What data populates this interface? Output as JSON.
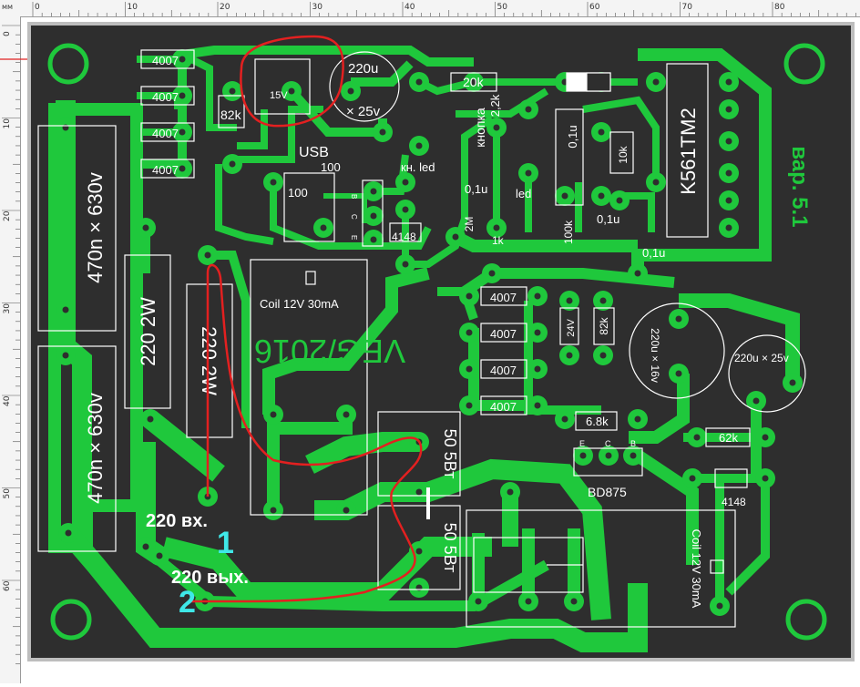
{
  "ruler": {
    "unit": "мм",
    "top_ticks": [
      "0",
      "10",
      "20",
      "30",
      "40",
      "50",
      "60",
      "70",
      "80"
    ],
    "left_ticks": [
      "0",
      "10",
      "20",
      "30",
      "40",
      "50",
      "60"
    ]
  },
  "board": {
    "colors": {
      "board": "#2e2e2e",
      "copper": "#1fc83c",
      "silk": "#ffffff",
      "annotation": "#e32020",
      "cyan": "#3fe8e8",
      "frame": "#bdbdbd"
    },
    "labels": {
      "d1": "4007",
      "d2": "4007",
      "d3": "4007",
      "d4": "4007",
      "d5": "4007",
      "d6": "4007",
      "d7": "4007",
      "d8": "4007",
      "r82k_top": "82k",
      "zener": "15V",
      "cap220u_top_a": "220u",
      "cap220u_top_b": "× 25v",
      "usb": "USB",
      "r100": "100",
      "r100b": "100",
      "pins_b": "B",
      "pins_c": "C",
      "pins_e": "E",
      "kn_led": "кн. led",
      "r20k": "20k",
      "knopka": "кнопка",
      "r22k": "2,2k",
      "led": "led",
      "c01u_a": "0,1u",
      "c01u_b": "0,1u",
      "c01u_c": "0,1u",
      "c01u_d": "0,1u",
      "r2m": "2M",
      "r1k": "1k",
      "r100k": "100k",
      "r10k": "10k",
      "ic": "K561TM2",
      "version": "вар. 5.1",
      "d4148": "4148",
      "d4148b": "4148",
      "cap470_a": "470n  × 630v",
      "cap470_b": "470n  × 630v",
      "res220_a": "220  2W",
      "res220_b": "220  2W",
      "coil_top": "Coil 12V 30mA",
      "coil_bottom": "Coil 12V 30mA",
      "veg": "VEG/2016",
      "z24": "24V",
      "r82k_b": "82k",
      "cap220u_b": "220u  × 16v",
      "cap220u_c": "220u × 25v",
      "r68k": "6.8k",
      "r62k": "62k",
      "trans": "BD875",
      "tr_e": "E",
      "tr_c": "C",
      "tr_b": "B",
      "res50_a": "50  5Вт",
      "res50_b": "50  5Вт",
      "in220": "220 вх.",
      "out220": "220 вых.",
      "num1": "1",
      "num2": "2"
    }
  }
}
